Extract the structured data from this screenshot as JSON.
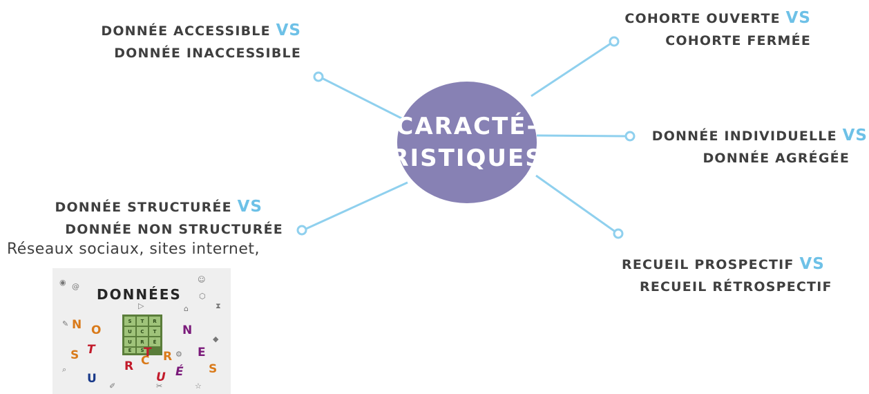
{
  "colors": {
    "center": "#8781b4",
    "accent": "#6ec1e7",
    "line": "#8fd0ee",
    "text": "#3f3f3f"
  },
  "center": {
    "line1": "CARACTÉ-",
    "line2": "RISTIQUES"
  },
  "vs": "VS",
  "branches": {
    "top_left": {
      "line1": "DONNÉE ACCESSIBLE",
      "line2": "DONNÉE INACCESSIBLE"
    },
    "top_right": {
      "line1": "COHORTE OUVERTE",
      "line2": "COHORTE FERMÉE"
    },
    "mid_right": {
      "line1": "DONNÉE INDIVIDUELLE",
      "line2": "DONNÉE AGRÉGÉE"
    },
    "bot_right": {
      "line1": "RECUEIL PROSPECTIF",
      "line2": "RECUEIL  RÉTROSPECTIF"
    },
    "bot_left": {
      "line1": "DONNÉE STRUCTURÉE",
      "line2": "DONNÉE NON STRUCTURÉE",
      "examples": "Réseaux sociaux, sites internet,"
    }
  },
  "illustration": {
    "title": "DONNÉES",
    "grid": [
      "S",
      "T",
      "R",
      "U",
      "C",
      "T",
      "U",
      "R",
      "É",
      "E",
      "S"
    ],
    "letters": [
      {
        "t": "N",
        "c": "#d97a1a"
      },
      {
        "t": "O",
        "c": "#d97a1a"
      },
      {
        "t": "N",
        "c": "#7a1a7a"
      },
      {
        "t": "S",
        "c": "#d97a1a"
      },
      {
        "t": "T",
        "c": "#c21a2a"
      },
      {
        "t": "R",
        "c": "#c21a2a"
      },
      {
        "t": "U",
        "c": "#1a3a8a"
      },
      {
        "t": "C",
        "c": "#d97a1a"
      },
      {
        "t": "T",
        "c": "#c21a2a"
      },
      {
        "t": "U",
        "c": "#c21a2a"
      },
      {
        "t": "R",
        "c": "#d97a1a"
      },
      {
        "t": "É",
        "c": "#7a1a7a"
      },
      {
        "t": "E",
        "c": "#7a1a7a"
      },
      {
        "t": "S",
        "c": "#d97a1a"
      }
    ]
  }
}
